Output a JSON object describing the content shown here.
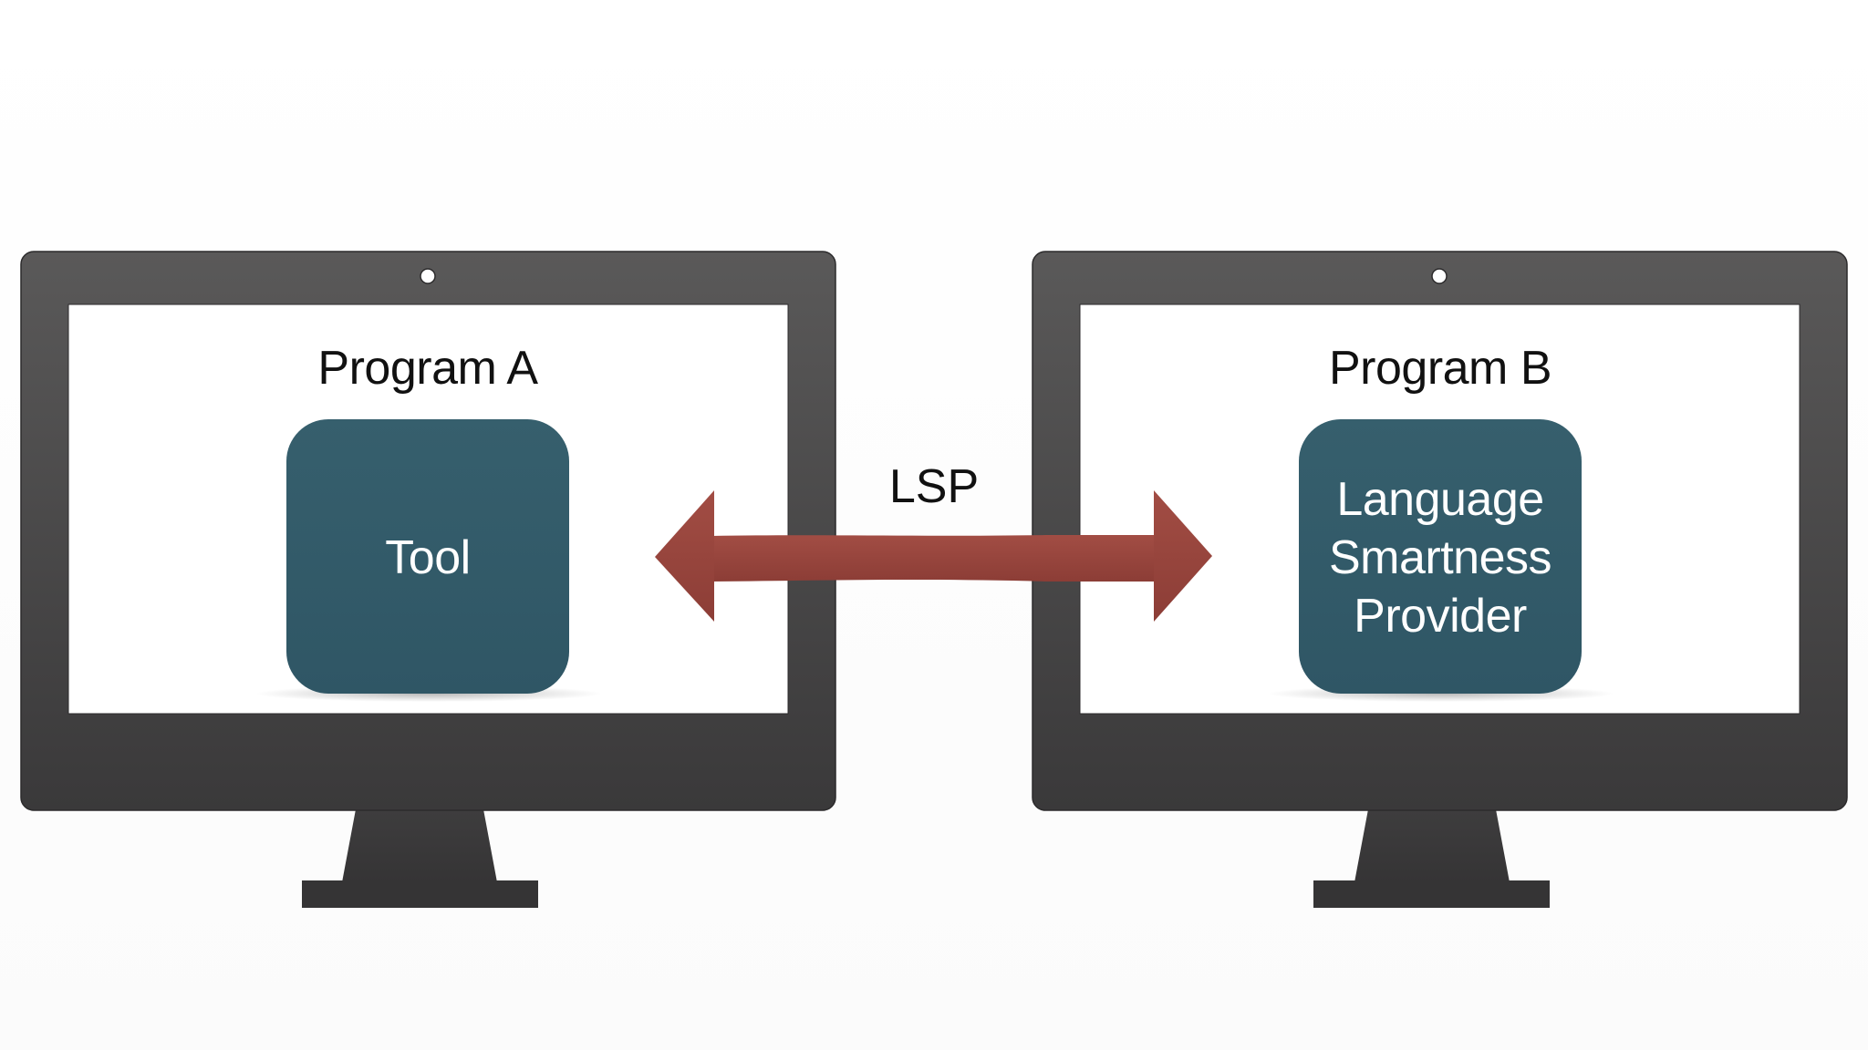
{
  "diagram": {
    "left_monitor": {
      "title": "Program A",
      "box_label": "Tool"
    },
    "right_monitor": {
      "title": "Program B",
      "box_label_lines": [
        "Language",
        "Smartness",
        "Provider"
      ]
    },
    "connector": {
      "label": "LSP",
      "direction": "bidirectional"
    },
    "colors": {
      "monitor_frame": "#4a4949",
      "box_fill": "#325b69",
      "arrow": "#98453d",
      "screen": "#ffffff"
    }
  }
}
